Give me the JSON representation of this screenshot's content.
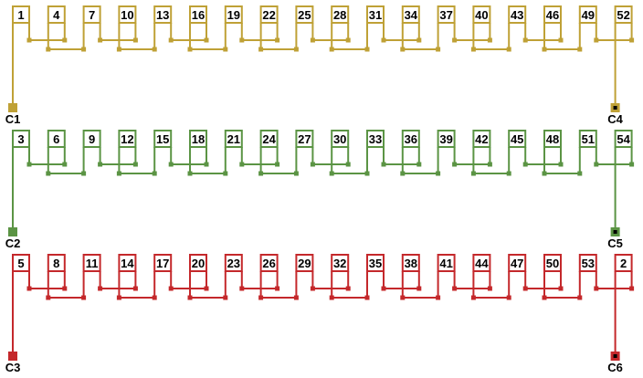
{
  "phases": [
    {
      "color": "#bfa136",
      "coils": [
        "1",
        "4",
        "7",
        "10",
        "13",
        "16",
        "19",
        "22",
        "25",
        "28",
        "31",
        "34",
        "37",
        "40",
        "43",
        "46",
        "49",
        "52"
      ],
      "start_terminal": "C1",
      "end_terminal": "C4"
    },
    {
      "color": "#5b9444",
      "coils": [
        "3",
        "6",
        "9",
        "12",
        "15",
        "18",
        "21",
        "24",
        "27",
        "30",
        "33",
        "36",
        "39",
        "42",
        "45",
        "48",
        "51",
        "54"
      ],
      "start_terminal": "C2",
      "end_terminal": "C5"
    },
    {
      "color": "#c4282b",
      "coils": [
        "5",
        "8",
        "11",
        "14",
        "17",
        "20",
        "23",
        "26",
        "29",
        "32",
        "35",
        "38",
        "41",
        "44",
        "47",
        "50",
        "53",
        "2"
      ],
      "start_terminal": "C3",
      "end_terminal": "C6"
    }
  ]
}
